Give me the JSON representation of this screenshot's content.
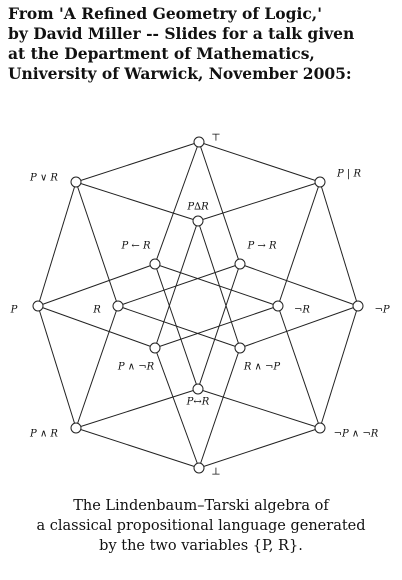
{
  "header": {
    "lines": [
      "From 'A Refined Geometry of Logic,'",
      "by David Miller -- Slides for a talk given",
      "at the Department of Mathematics,",
      "University of Warwick, November 2005:"
    ]
  },
  "diagram": {
    "nodes": [
      {
        "id": "top",
        "label": "⊤"
      },
      {
        "id": "PorR",
        "label": "P ∨ R"
      },
      {
        "id": "PnandR",
        "label": "P | R"
      },
      {
        "id": "PxorR",
        "label": "P∆R"
      },
      {
        "id": "PifR",
        "label": "P ← R"
      },
      {
        "id": "PimpR",
        "label": "P → R"
      },
      {
        "id": "P",
        "label": "P"
      },
      {
        "id": "R",
        "label": "R"
      },
      {
        "id": "notR",
        "label": "¬R"
      },
      {
        "id": "notP",
        "label": "¬P"
      },
      {
        "id": "PandnotR",
        "label": "P ∧ ¬R"
      },
      {
        "id": "RandnotP",
        "label": "R ∧ ¬P"
      },
      {
        "id": "PiffR",
        "label": "P↔R"
      },
      {
        "id": "PandR",
        "label": "P ∧ R"
      },
      {
        "id": "nPandnR",
        "label": "¬P ∧ ¬R"
      },
      {
        "id": "bottom",
        "label": "⊥"
      }
    ],
    "edges": [
      [
        "top",
        "PorR"
      ],
      [
        "top",
        "PnandR"
      ],
      [
        "top",
        "PifR"
      ],
      [
        "top",
        "PimpR"
      ],
      [
        "PorR",
        "P"
      ],
      [
        "PorR",
        "R"
      ],
      [
        "PorR",
        "PxorR"
      ],
      [
        "PnandR",
        "notP"
      ],
      [
        "PnandR",
        "notR"
      ],
      [
        "PnandR",
        "PxorR"
      ],
      [
        "PifR",
        "P"
      ],
      [
        "PifR",
        "notR"
      ],
      [
        "PifR",
        "PiffR"
      ],
      [
        "PimpR",
        "R"
      ],
      [
        "PimpR",
        "notP"
      ],
      [
        "PimpR",
        "PiffR"
      ],
      [
        "PxorR",
        "PandnotR"
      ],
      [
        "PxorR",
        "RandnotP"
      ],
      [
        "PiffR",
        "PandR"
      ],
      [
        "PiffR",
        "nPandnR"
      ],
      [
        "P",
        "PandR"
      ],
      [
        "P",
        "PandnotR"
      ],
      [
        "R",
        "PandR"
      ],
      [
        "R",
        "RandnotP"
      ],
      [
        "notR",
        "PandnotR"
      ],
      [
        "notR",
        "nPandnR"
      ],
      [
        "notP",
        "RandnotP"
      ],
      [
        "notP",
        "nPandnR"
      ],
      [
        "PandR",
        "bottom"
      ],
      [
        "PandnotR",
        "bottom"
      ],
      [
        "RandnotP",
        "bottom"
      ],
      [
        "nPandnR",
        "bottom"
      ]
    ]
  },
  "caption": {
    "lines": [
      "The Lindenbaum–Tarski algebra of",
      "a classical propositional language generated",
      "by the two variables {P, R}."
    ]
  }
}
